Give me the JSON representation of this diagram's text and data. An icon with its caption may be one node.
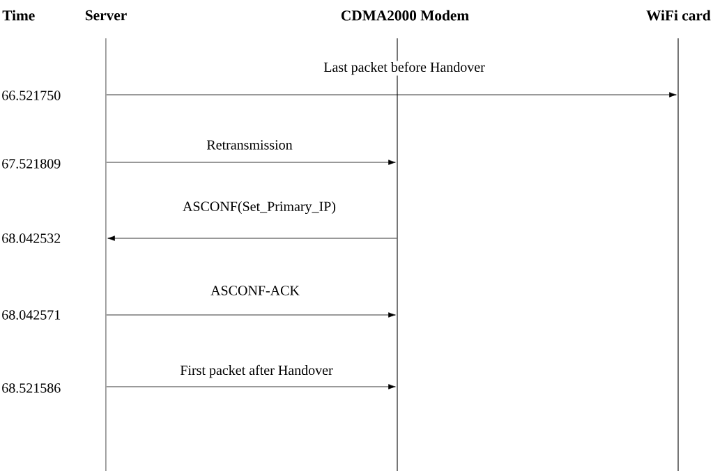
{
  "diagram": {
    "nodes": [
      {
        "text": [
          "Server"
        ]
      },
      {
        "text": [
          "CDMA2000 Modem"
        ]
      },
      {
        "text": [
          "WiFi card"
        ]
      }
    ],
    "edges": [
      {
        "from": 0,
        "to": 2,
        "arrow": "to",
        "label": "Last packet before Handover"
      },
      {
        "from": 0,
        "to": 1,
        "arrow": "to",
        "label": "Retransmission"
      },
      {
        "from": 1,
        "to": 0,
        "arrow": "to",
        "label": "ASCONF(Set_Primary_IP)"
      },
      {
        "from": 0,
        "to": 1,
        "arrow": "to",
        "label": "ASCONF-ACK"
      },
      {
        "from": 0,
        "to": 1,
        "arrow": "to",
        "label": "First packet after Handover"
      }
    ],
    "labels": [
      "Time",
      "66.521750",
      "67.521809",
      "68.042532",
      "68.042571",
      "68.521586"
    ]
  }
}
